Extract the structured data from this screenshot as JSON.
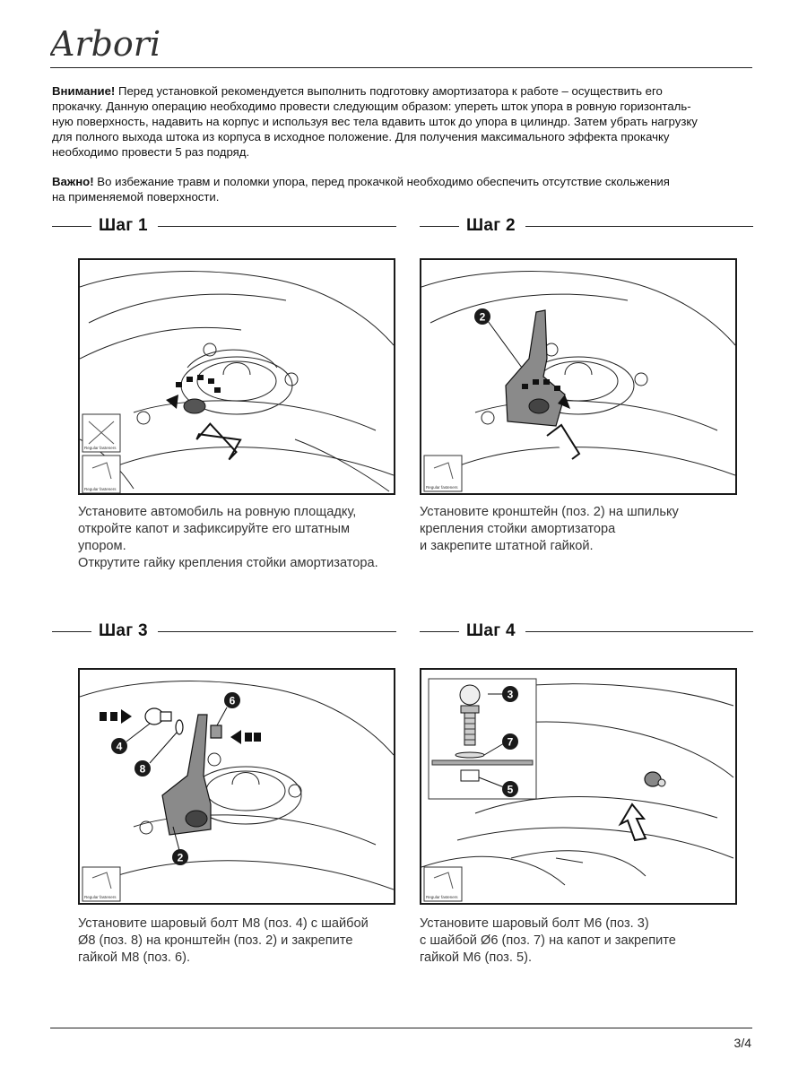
{
  "brand": {
    "logo_text": "Arbori"
  },
  "notice": {
    "attention_label": "Внимание!",
    "attention_lines": [
      " Перед установкой рекомендуется выполнить подготовку амортизатора к работе – осуществить его",
      "прокачку. Данную операцию необходимо провести следующим образом: упереть шток упора в ровную горизонталь-",
      "ную поверхность, надавить на корпус и используя вес тела вдавить шток до упора в цилиндр. Затем убрать нагрузку",
      "для полного выхода штока из корпуса в исходное положение. Для получения максимального эффекта прокачку",
      "необходимо провести 5 раз подряд."
    ],
    "important_label": "Важно!",
    "important_lines": [
      " Во избежание травм и поломки упора, перед прокачкой необходимо обеспечить отсутствие скольжения",
      "на применяемой поверхности."
    ]
  },
  "steps": [
    {
      "title": "Шаг 1",
      "caption_lines": [
        "Установите автомобиль на ровную площадку,",
        "откройте капот и зафиксируйте его штатным",
        "упором.",
        "Открутите гайку крепления стойки амортизатора."
      ],
      "inset_labels": [
        "Regular fasteners",
        "Regular fasteners"
      ]
    },
    {
      "title": "Шаг 2",
      "caption_lines": [
        "Установите кронштейн (поз. 2) на шпильку",
        "крепления стойки амортизатора",
        "и закрепите штатной гайкой."
      ],
      "callouts": [
        "2"
      ],
      "inset_labels": [
        "Regular fasteners"
      ]
    },
    {
      "title": "Шаг 3",
      "caption_lines": [
        "Установите шаровый болт М8 (поз. 4) с шайбой",
        "Ø8 (поз. 8) на кронштейн (поз. 2) и закрепите",
        "гайкой М8 (поз. 6)."
      ],
      "callouts": [
        "6",
        "4",
        "8",
        "2"
      ],
      "inset_labels": [
        "Regular fasteners"
      ]
    },
    {
      "title": "Шаг 4",
      "caption_lines": [
        "Установите шаровый болт М6 (поз. 3)",
        "с шайбой Ø6 (поз. 7) на капот и закрепите",
        "гайкой М6 (поз. 5)."
      ],
      "callouts": [
        "3",
        "7",
        "5"
      ],
      "inset_labels": [
        "Regular fasteners"
      ]
    }
  ],
  "footer": {
    "page": "3/4"
  },
  "colors": {
    "ink": "#111111",
    "bracket_gray": "#8a8a8a",
    "callout_fill": "#1a1a1a"
  }
}
